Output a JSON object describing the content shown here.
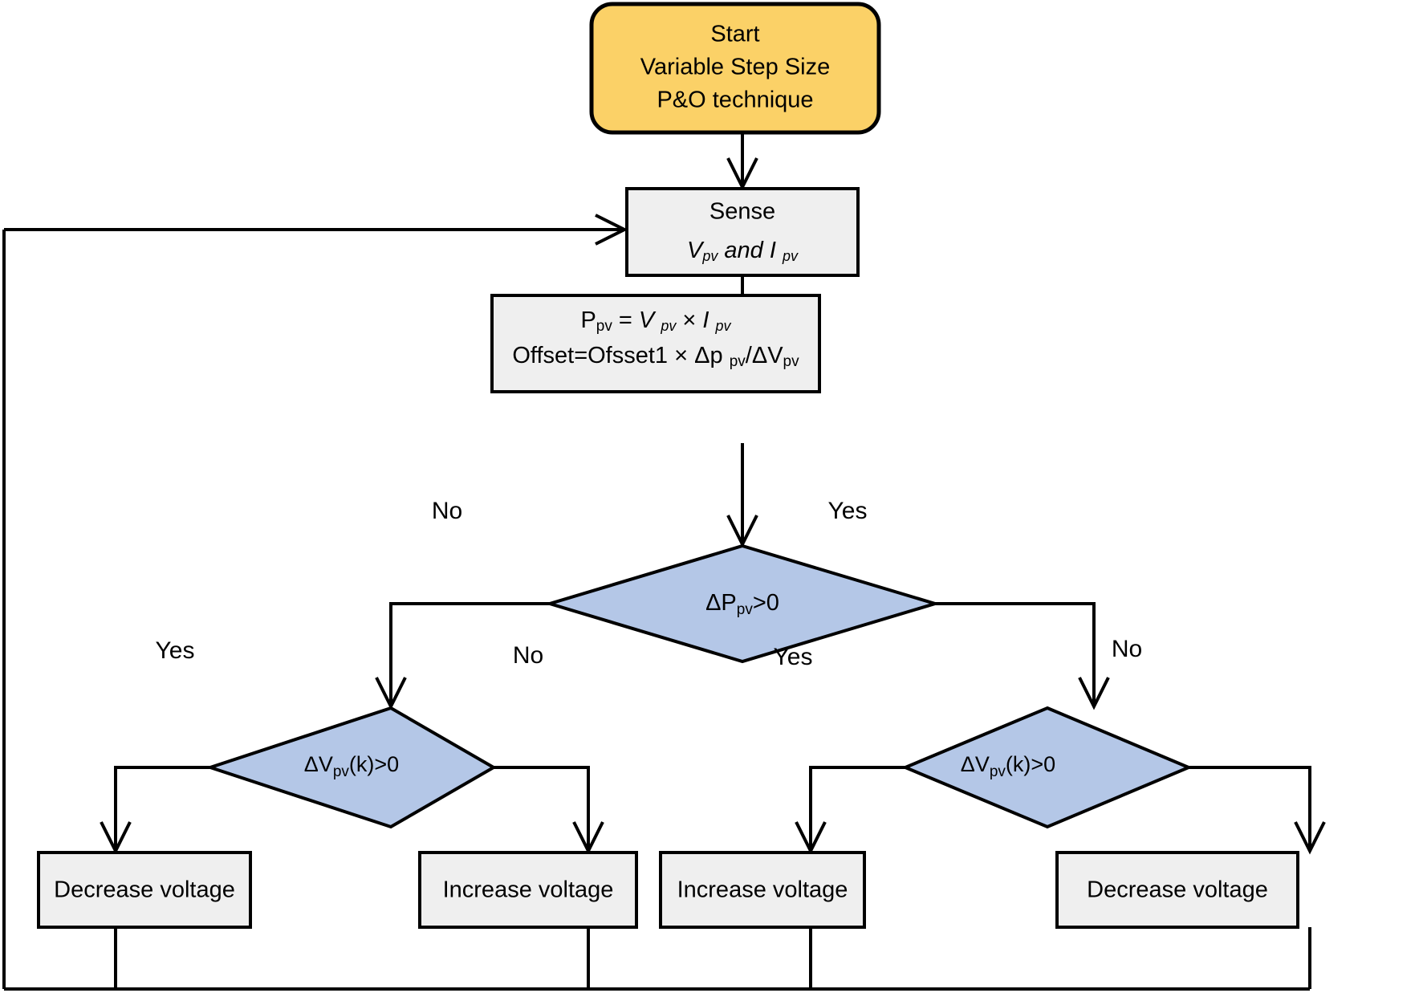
{
  "diagram": {
    "title": "Variable Step Size P&O MPPT Technique Flowchart",
    "colors": {
      "terminator_fill": "#fbd167",
      "process_fill": "#efefef",
      "decision_fill": "#b4c7e7",
      "stroke": "#000000",
      "background": "#ffffff"
    },
    "nodes": {
      "start": {
        "type": "terminator",
        "line1": "Start",
        "line2": "Variable Step Size",
        "line3": "P&O technique"
      },
      "sense": {
        "type": "process",
        "line1": "Sense",
        "line2_v": "V",
        "line2_v_sub": "pv",
        "line2_and": "and",
        "line2_i": "I",
        "line2_i_sub": "pv"
      },
      "compute": {
        "type": "process",
        "line1_p": "P",
        "line1_p_sub": "pv",
        "line1_eq": "=",
        "line1_v": "V",
        "line1_v_sub": "pv",
        "line1_mult": "×",
        "line1_i": "I",
        "line1_i_sub": "pv",
        "line2_a": "Offset=Ofsset1",
        "line2_mult": "×",
        "line2_dp": "Δp",
        "line2_dp_sub": "pv",
        "line2_slash": "/",
        "line2_dv": "ΔV",
        "line2_dv_sub": "pv"
      },
      "decision_power": {
        "type": "decision",
        "text_main": "ΔP",
        "text_sub": "pv",
        "text_tail": ">0"
      },
      "decision_volt_left": {
        "type": "decision",
        "text_main": "ΔV",
        "text_sub": "pv",
        "text_tail": "(k)>0"
      },
      "decision_volt_right": {
        "type": "decision",
        "text_main": "ΔV",
        "text_sub": "pv",
        "text_tail": "(k)>0"
      },
      "action_1": {
        "type": "process",
        "label": "Decrease voltage"
      },
      "action_2": {
        "type": "process",
        "label": "Increase voltage"
      },
      "action_3": {
        "type": "process",
        "label": "Increase voltage"
      },
      "action_4": {
        "type": "process",
        "label": "Decrease voltage"
      }
    },
    "branch_labels": {
      "power_no": "No",
      "power_yes": "Yes",
      "left_yes": "Yes",
      "left_no": "No",
      "right_yes": "Yes",
      "right_no": "No"
    }
  }
}
